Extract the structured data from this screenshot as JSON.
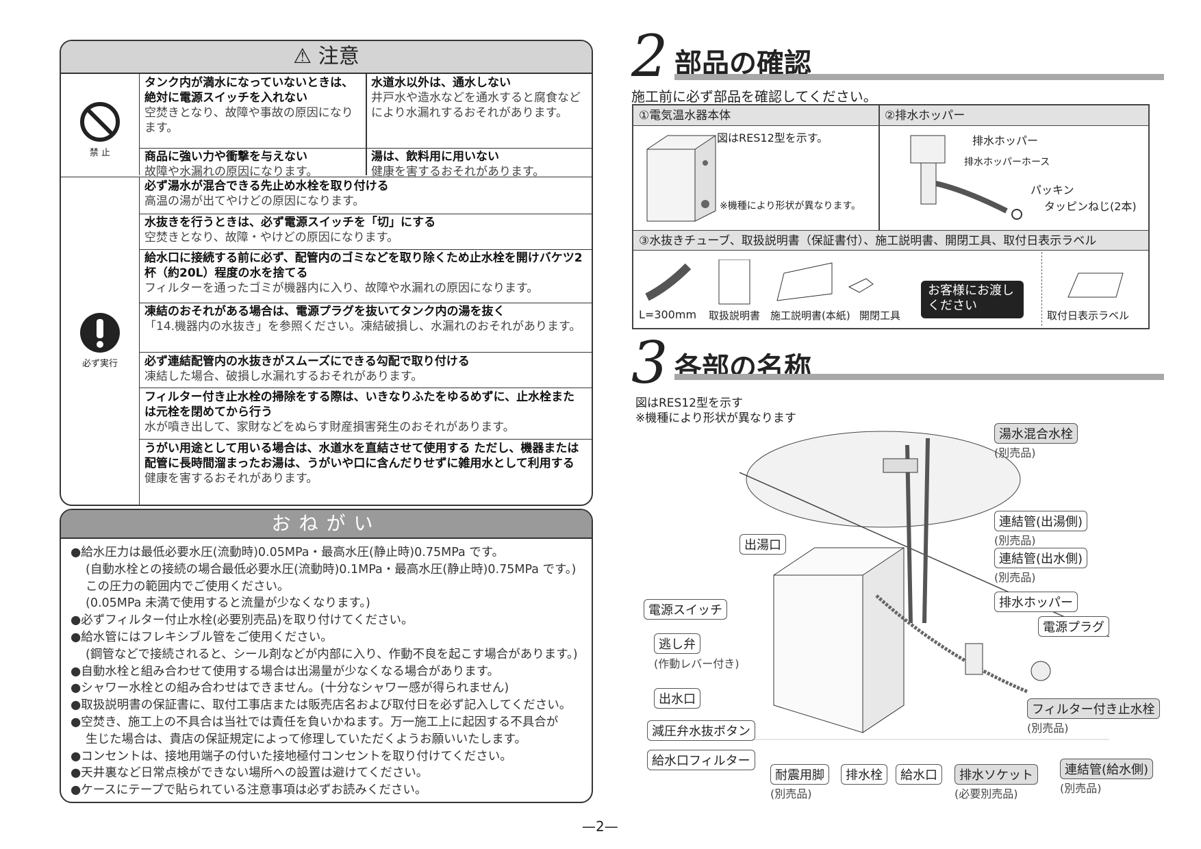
{
  "caution": {
    "title": "⚠ 注意",
    "prohibit_label": "禁 止",
    "must_label": "必ず実行",
    "r1c1_b": "タンク内が満水になっていないときは、絶対に電源スイッチを入れない",
    "r1c1_t": "空焚きとなり、故障や事故の原因になります。",
    "r1c2_b": "水道水以外は、通水しない",
    "r1c2_t": "井戸水や造水などを通水すると腐食などにより水漏れするおそれがあります。",
    "r2c1_b": "商品に強い力や衝撃を与えない",
    "r2c1_t": "故障や水漏れの原因になります。",
    "r2c2_b": "湯は、飲料用に用いない",
    "r2c2_t": "健康を害するおそれがあります。",
    "m1_b": "必ず湯水が混合できる先止め水栓を取り付ける",
    "m1_t": "高温の湯が出てやけどの原因になります。",
    "m2_b": "水抜きを行うときは、必ず電源スイッチを「切」にする",
    "m2_t": "空焚きとなり、故障・やけどの原因になります。",
    "m3_b": "給水口に接続する前に必ず、配管内のゴミなどを取り除くため止水栓を開けバケツ2杯（約20L）程度の水を捨てる",
    "m3_t": "フィルターを通ったゴミが機器内に入り、故障や水漏れの原因になります。",
    "m4_b": "凍結のおそれがある場合は、電源プラグを抜いてタンク内の湯を抜く",
    "m4_t": "「14.機器内の水抜き」を参照ください。凍結破損し、水漏れのおそれがあります。",
    "m5_b": "必ず連結配管内の水抜きがスムーズにできる勾配で取り付ける",
    "m5_t": "凍結した場合、破損し水漏れするおそれがあります。",
    "m6_b": "フィルター付き止水栓の掃除をする際は、いきなりふたをゆるめずに、止水栓または元栓を閉めてから行う",
    "m6_t": "水が噴き出して、家財などをぬらす財産損害発生のおそれがあります。",
    "m7_b": "うがい用途として用いる場合は、水道水を直結させて使用する ただし、機器または配管に長時間溜まったお湯は、うがいや口に含んだりせずに雑用水として利用する",
    "m7_t": "健康を害するおそれがあります。"
  },
  "onegai": {
    "title": "おねがい",
    "items": [
      "●給水圧力は最低必要水圧(流動時)0.05MPa・最高水圧(静止時)0.75MPa です。",
      "(自動水栓との接続の場合最低必要水圧(流動時)0.1MPa・最高水圧(静止時)0.75MPa です。)",
      "この圧力の範囲内でご使用ください。",
      "(0.05MPa 未満で使用すると流量が少なくなります。)",
      "●必ずフィルター付止水栓(必要別売品)を取り付けてください。",
      "●給水管にはフレキシブル管をご使用ください。",
      "(鋼管などで接続されると、シール剤などが内部に入り、作動不良を起こす場合があります。)",
      "●自動水栓と組み合わせて使用する場合は出湯量が少なくなる場合があります。",
      "●シャワー水栓との組み合わせはできません。(十分なシャワー感が得られません)",
      "●取扱説明書の保証書に、取付工事店または販売店名および取付日を必ず記入してください。",
      "●空焚き、施工上の不具合は当社では責任を負いかねます。万一施工上に起因する不具合が",
      "生じた場合は、貴店の保証規定によって修理していただくようお願いいたします。",
      "●コンセントは、接地用端子の付いた接地極付コンセントを取り付けてください。",
      "●天井裏など日常点検ができない場所への設置は避けてください。",
      "●ケースにテープで貼られている注意事項は必ずお読みください。"
    ]
  },
  "sec2": {
    "num": "2",
    "title": "部品の確認",
    "intro": "施工前に必ず部品を確認してください。",
    "h1": "①電気温水器本体",
    "h2": "②排水ホッパー",
    "h3": "③水抜きチューブ、取扱説明書（保証書付）、施工説明書、開閉工具、取付日表示ラベル",
    "note1": "図はRES12型を示す。",
    "note2": "※機種により形状が異なります。",
    "hopper": "排水ホッパー",
    "hose": "排水ホッパーホース",
    "packing": "パッキン",
    "screw": "タッピンねじ(2本)",
    "tube": "L=300mm",
    "manual": "取扱説明書",
    "install": "施工説明書(本紙)",
    "tool": "開閉工具",
    "customer": "お客様にお渡しください",
    "label": "取付日表示ラベル"
  },
  "sec3": {
    "num": "3",
    "title": "各部の名称",
    "note1": "図はRES12型を示す",
    "note2": "※機種により形状が異なります",
    "c_mix": "湯水混合水栓",
    "c_mix_s": "(別売品)",
    "c_out": "連結管(出湯側)",
    "c_out_s": "(別売品)",
    "c_wout": "連結管(出水側)",
    "c_wout_s": "(別売品)",
    "c_hopper": "排水ホッパー",
    "c_plug": "電源プラグ",
    "c_filter": "フィルター付き止水栓",
    "c_filter_s": "(別売品)",
    "c_supply": "連結管(給水側)",
    "c_supply_s": "(別売品)",
    "c_hot": "出湯口",
    "c_switch": "電源スイッチ",
    "c_relief": "逃し弁",
    "c_relief_s": "(作動レバー付き)",
    "c_water": "出水口",
    "c_button": "減圧弁水抜ボタン",
    "c_filterin": "給水口フィルター",
    "c_leg": "耐震用脚",
    "c_leg_s": "(別売品)",
    "c_drain": "排水栓",
    "c_inlet": "給水口",
    "c_socket": "排水ソケット",
    "c_socket_s": "(必要別売品)"
  },
  "page_number": "—2—"
}
